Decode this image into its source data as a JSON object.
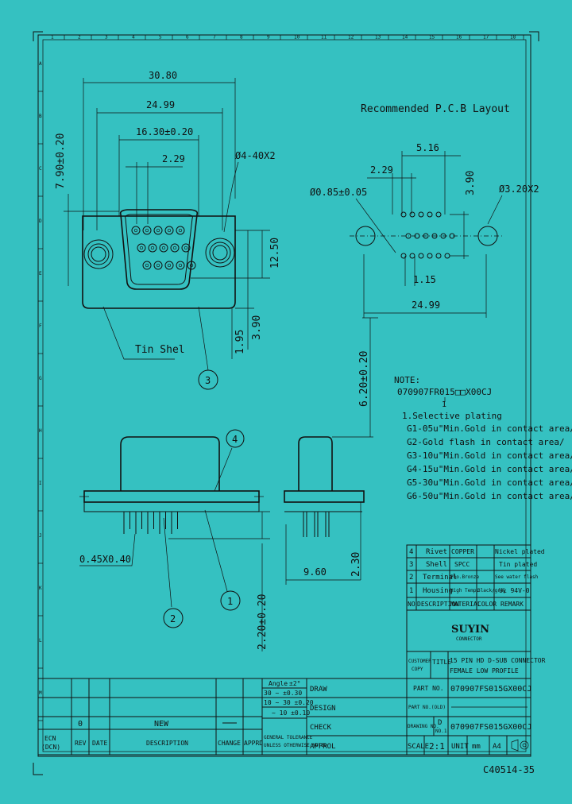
{
  "pcb_layout_title": "Recommended P.C.B Layout",
  "front_view": {
    "dim_overall": "30.80",
    "dim_flange": "24.99",
    "dim_shell": "16.30±0.20",
    "dim_pitch": "2.29",
    "dim_hole": "Ø4-40X2",
    "dim_height": "7.90±0.20",
    "dim_right_a": "12.50",
    "dim_right_b": "3.90",
    "dim_right_c": "1.95",
    "label_tin_shell": "Tin Shel",
    "balloon_3": "3"
  },
  "side_view": {
    "balloon_4": "4",
    "balloon_2": "2",
    "balloon_1": "1",
    "dim_pin": "0.45X0.40",
    "dim_bottom": "2.20±0.20"
  },
  "profile_view": {
    "dim_depth": "9.60",
    "dim_h1": "2.30",
    "dim_h2": "6.20±0.20"
  },
  "pcb": {
    "dim_top": "5.16",
    "dim_pitch": "2.29",
    "dim_v": "3.90",
    "dim_small_hole": "Ø0.85±0.05",
    "dim_big_hole": "Ø3.20X2",
    "dim_row": "1.15",
    "dim_width": "24.99"
  },
  "notes": {
    "title": "NOTE:",
    "part_code": "070907FR015□□X00CJ",
    "pointer_number": "1",
    "plating_title": "1.Selective plating",
    "items": [
      "G1-05u\"Min.Gold in contact area/",
      "G2-Gold flash in contact area/",
      "G3-10u\"Min.Gold in contact area/",
      "G4-15u\"Min.Gold in contact area/",
      "G5-30u\"Min.Gold in contact area/",
      "G6-50u\"Min.Gold in contact area/"
    ]
  },
  "bom": {
    "rows": [
      {
        "no": "4",
        "desc": "Rivet",
        "material": "COPPER",
        "color": "",
        "remark": "Nickel plated"
      },
      {
        "no": "3",
        "desc": "Shell",
        "material": "SPCC",
        "color": "",
        "remark": "Tin plated"
      },
      {
        "no": "2",
        "desc": "Terminal",
        "material": "Pho.Bronze",
        "color": "",
        "remark": "See water flash"
      },
      {
        "no": "1",
        "desc": "Housing",
        "material": "High Temp.",
        "color": "Black/grey",
        "remark": "UL 94V-0"
      }
    ],
    "header": {
      "no": "NO",
      "desc": "DESCRIPTION",
      "material": "MATERIAL",
      "color": "COLOR",
      "remark": "REMARK"
    }
  },
  "title_block": {
    "company": "SUYIN",
    "company_sub": "CONNECTOR",
    "customer_label": "CUSTOMER",
    "copy_label": "COPY",
    "title_label": "TITLE",
    "title_line1": "15 PIN HD D-SUB CONNECTOR",
    "title_line2": "FEMALE LOW PROFILE",
    "part_no_label": "PART NO.",
    "part_no_value": "070907FS015GX00CJ",
    "part_no_old_label": "PART NO.(OLD)",
    "part_no_old_value": "",
    "drawing_no_label": "DRAWING NO.",
    "rev_letter": "D",
    "rev_sub": "NO.1",
    "drawing_no_value": "070907FS015GX00CJ",
    "scale_label": "SCALE",
    "scale_value": "2:1",
    "unit_label": "UNIT",
    "unit_value": "mm",
    "size_value": "A4",
    "draw_label": "DRAW",
    "design_label": "DESIGN",
    "check_label": "CHECK",
    "approved_label": "APPROL",
    "angle_label": "Angle",
    "angle_tol": "±2°",
    "tol_rows": [
      "30 ~   ±0.30",
      "10 ~ 30 ±0.20",
      "~ 10 ±0.10"
    ],
    "general_tol_1": "GENERAL TOLERANCE",
    "general_tol_2": "UNLESS OTHERWISE NOTED",
    "rev_header": {
      "ecn": "ECN",
      "dcn": "(DCN)",
      "rev": "REV",
      "date": "DATE",
      "description": "DESCRIPTION",
      "change": "CHANGE",
      "apprd": "APPRD"
    },
    "rev_row": {
      "rev": "0",
      "description": "NEW"
    }
  },
  "doc_code": "C40514-35",
  "ruler_top": [
    "1",
    "2",
    "3",
    "4",
    "5",
    "6",
    "7",
    "8",
    "9",
    "10",
    "11",
    "12",
    "13",
    "14",
    "15",
    "16",
    "17",
    "18"
  ],
  "ruler_left": [
    "A",
    "B",
    "C",
    "D",
    "E",
    "F",
    "G",
    "H",
    "I",
    "J",
    "K",
    "L",
    "M"
  ]
}
